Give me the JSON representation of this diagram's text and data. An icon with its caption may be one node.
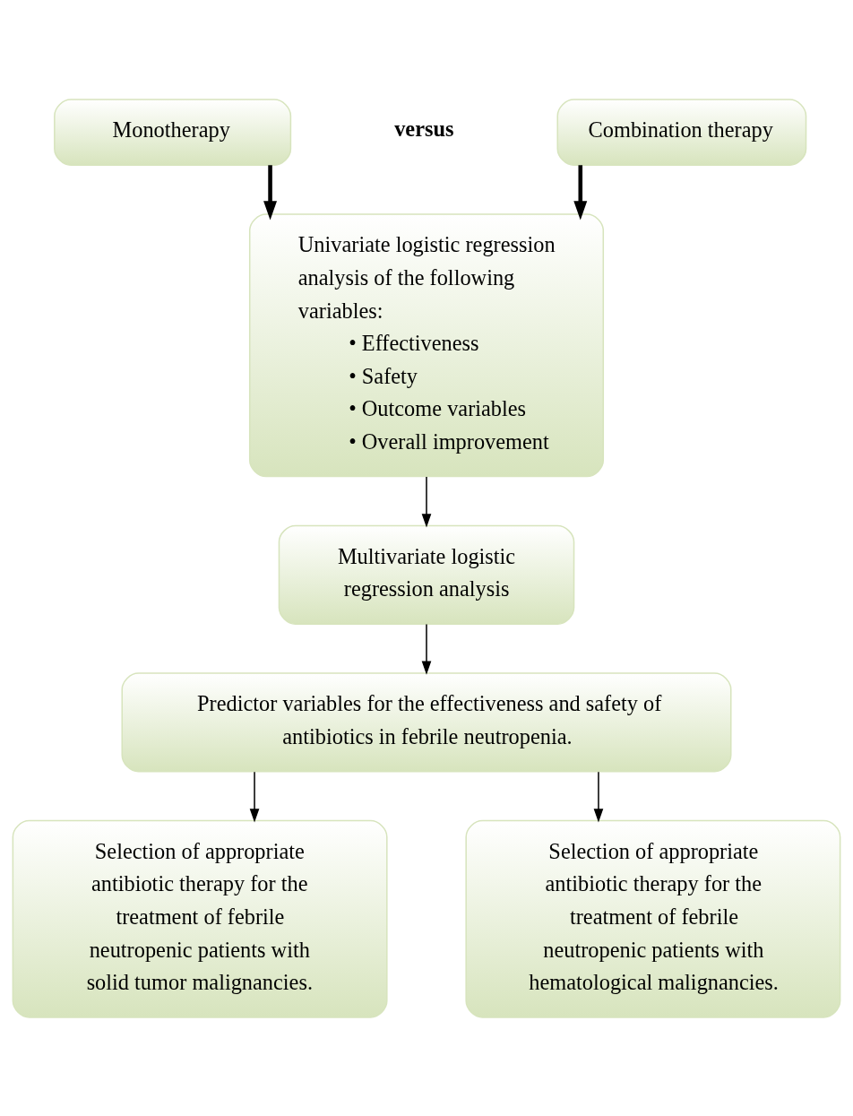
{
  "diagram": {
    "nodes": [
      {
        "text": [
          "Monotherapy"
        ]
      },
      {
        "text": [
          "Combination therapy"
        ]
      },
      {
        "text": [
          "Univariate logistic regression analysis of the following variables:",
          "• Effectiveness",
          "• Safety",
          "• Outcome variables",
          "• Overall improvement"
        ]
      },
      {
        "text": [
          "Multivariate logistic regression analysis"
        ]
      },
      {
        "text": [
          "Predictor variables for the effectiveness and safety of antibiotics in febrile neutropenia."
        ]
      },
      {
        "text": [
          "Selection of appropriate antibiotic therapy for the treatment of febrile neutropenic patients with solid tumor malignancies."
        ]
      },
      {
        "text": [
          "Selection of appropriate antibiotic therapy for the treatment of febrile neutropenic patients with hematological malignancies."
        ]
      }
    ],
    "edges": [
      {
        "from": 0,
        "to": 2,
        "arrow": "to",
        "style": "thick"
      },
      {
        "from": 1,
        "to": 2,
        "arrow": "to",
        "style": "thick"
      },
      {
        "from": 2,
        "to": 3,
        "arrow": "to"
      },
      {
        "from": 3,
        "to": 4,
        "arrow": "to"
      },
      {
        "from": 4,
        "to": 5,
        "arrow": "to"
      },
      {
        "from": 4,
        "to": 6,
        "arrow": "to"
      }
    ],
    "labels": [
      "versus"
    ]
  }
}
